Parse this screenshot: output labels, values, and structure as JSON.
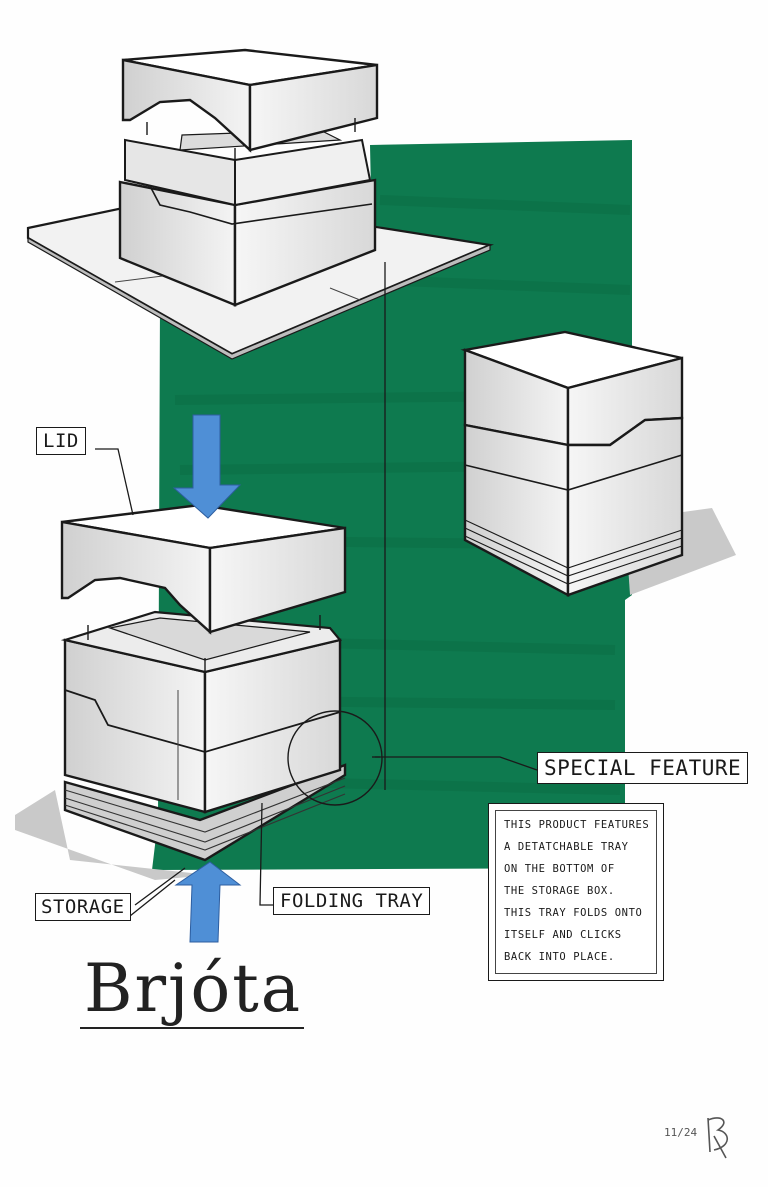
{
  "product": {
    "name": "Brjóta"
  },
  "labels": {
    "lid": "LID",
    "storage": "STORAGE",
    "folding_tray": "FOLDING TRAY",
    "special_feature": "SPECIAL FEATURE"
  },
  "description": {
    "lines": [
      "THIS  PRODUCT FEATURES",
      "A  DETATCHABLE TRAY",
      "ON THE BOTTOM OF",
      "THE STORAGE BOX.",
      "THIS TRAY FOLDS ONTO",
      "ITSELF AND CLICKS",
      "BACK INTO  PLACE."
    ]
  },
  "footer": {
    "date": "11/24"
  },
  "colors": {
    "background_block": "#0e7a4f",
    "arrow": "#4f8fd6",
    "shadow": "#c9c9c9",
    "ink": "#1a1a1a",
    "box_shade": "#d6d6d6"
  },
  "icons": {
    "arrow_down": "arrow-down-icon",
    "arrow_up": "arrow-up-icon",
    "signature": "signature-mark"
  }
}
